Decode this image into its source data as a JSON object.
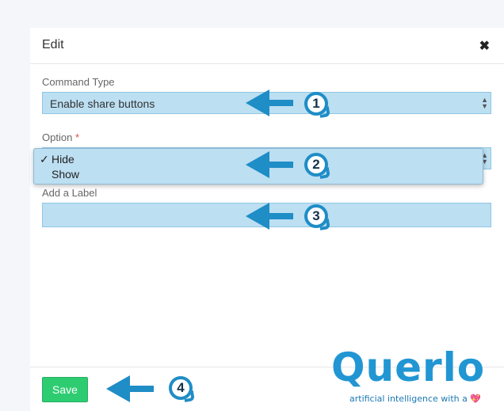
{
  "dialog": {
    "title": "Edit",
    "close_glyph": "✖"
  },
  "form": {
    "command_type": {
      "label": "Command Type",
      "value": "Enable share buttons"
    },
    "option": {
      "label": "Option",
      "required_mark": "*",
      "options": [
        {
          "label": "Hide",
          "selected": true
        },
        {
          "label": "Show",
          "selected": false
        }
      ],
      "check_glyph": "✓"
    },
    "add_label": {
      "label": "Add a Label",
      "value": ""
    }
  },
  "footer": {
    "save_label": "Save"
  },
  "annotations": {
    "badges": [
      "1",
      "2",
      "3",
      "4"
    ],
    "arrow_color": "#1f8dc6"
  },
  "logo": {
    "word": "Querlo",
    "tagline": "artificial intelligence with a",
    "heart": "💖",
    "color": "#2196d3"
  },
  "colors": {
    "field_bg": "#bcdff2",
    "save_bg": "#2ecc71"
  }
}
